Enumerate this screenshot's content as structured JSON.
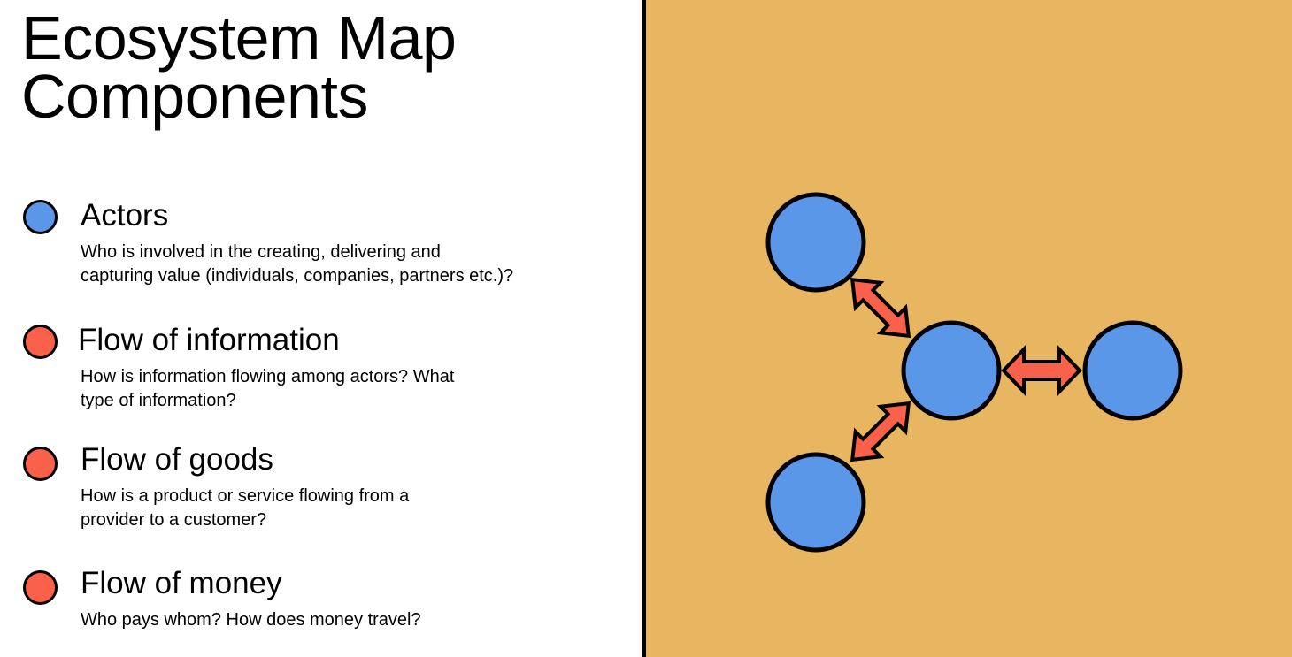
{
  "title": {
    "line1": "Ecosystem Map",
    "line2": "Components"
  },
  "colors": {
    "actor": "#5b97e8",
    "flow": "#fa614b",
    "panel_background": "#e8b660",
    "outline": "#000000"
  },
  "legend": [
    {
      "heading": "Actors",
      "description": "Who is involved in the creating, delivering and\ncapturing value (individuals, companies, partners etc.)?",
      "dot_color": "#5b97e8"
    },
    {
      "heading": "Flow of information",
      "description": "How is information flowing among actors? What\ntype of information?",
      "dot_color": "#fa614b"
    },
    {
      "heading": "Flow of goods",
      "description": "How is a product or service flowing from a\nprovider to a customer?",
      "dot_color": "#fa614b"
    },
    {
      "heading": "Flow of money",
      "description": "Who pays whom? How does money travel?",
      "dot_color": "#fa614b"
    }
  ]
}
